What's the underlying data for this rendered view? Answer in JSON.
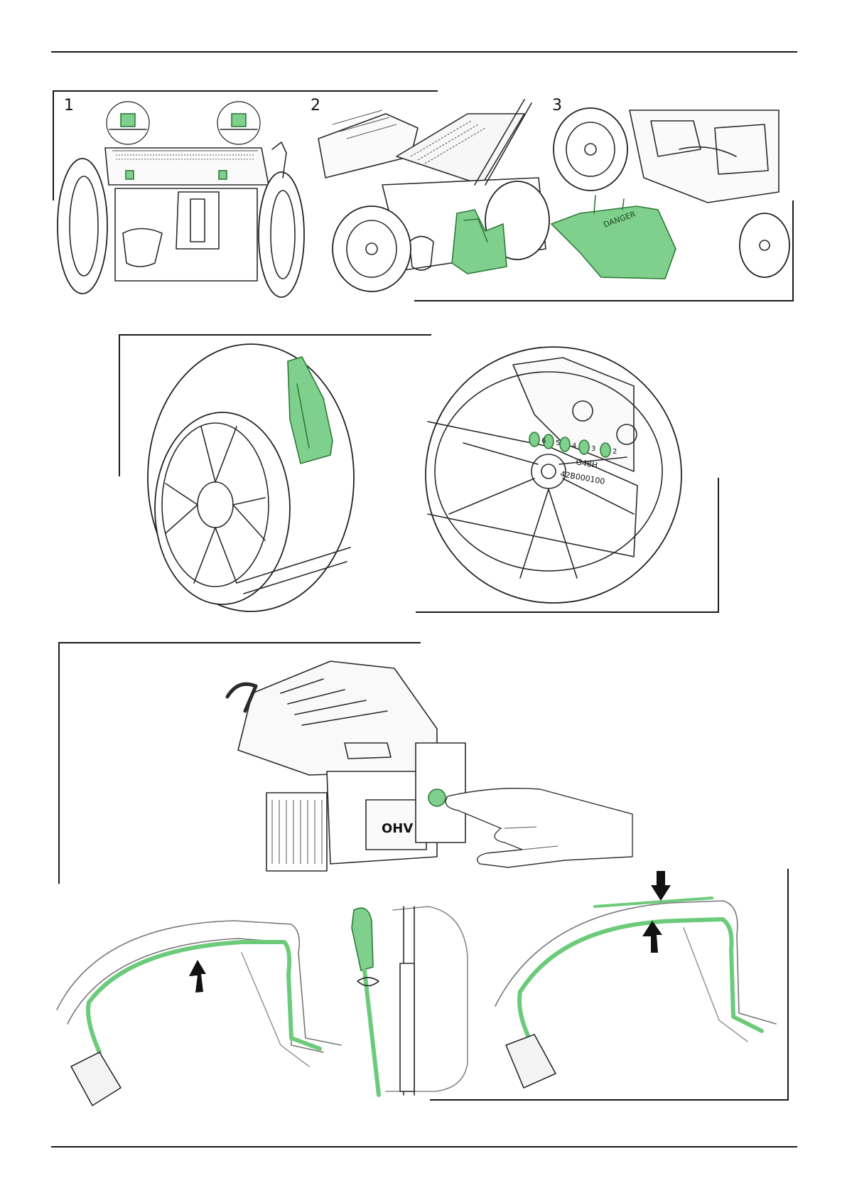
{
  "step_labels": [
    "1",
    "2",
    "3"
  ],
  "danger_label": "DANGER",
  "height_settings": [
    "6",
    "5",
    "4",
    "3",
    "2"
  ],
  "wheel_model": "G48H",
  "wheel_code": "42B000100",
  "engine_mark": "OHV",
  "icons": {
    "clip_detail": "green-clip-icon",
    "arrow_up": "arrow-up-icon",
    "arrow_down": "arrow-down-icon"
  },
  "colors": {
    "highlight": "#7fd08c",
    "highlight_stroke": "#2f7a3a",
    "line": "#2a2a2a"
  }
}
